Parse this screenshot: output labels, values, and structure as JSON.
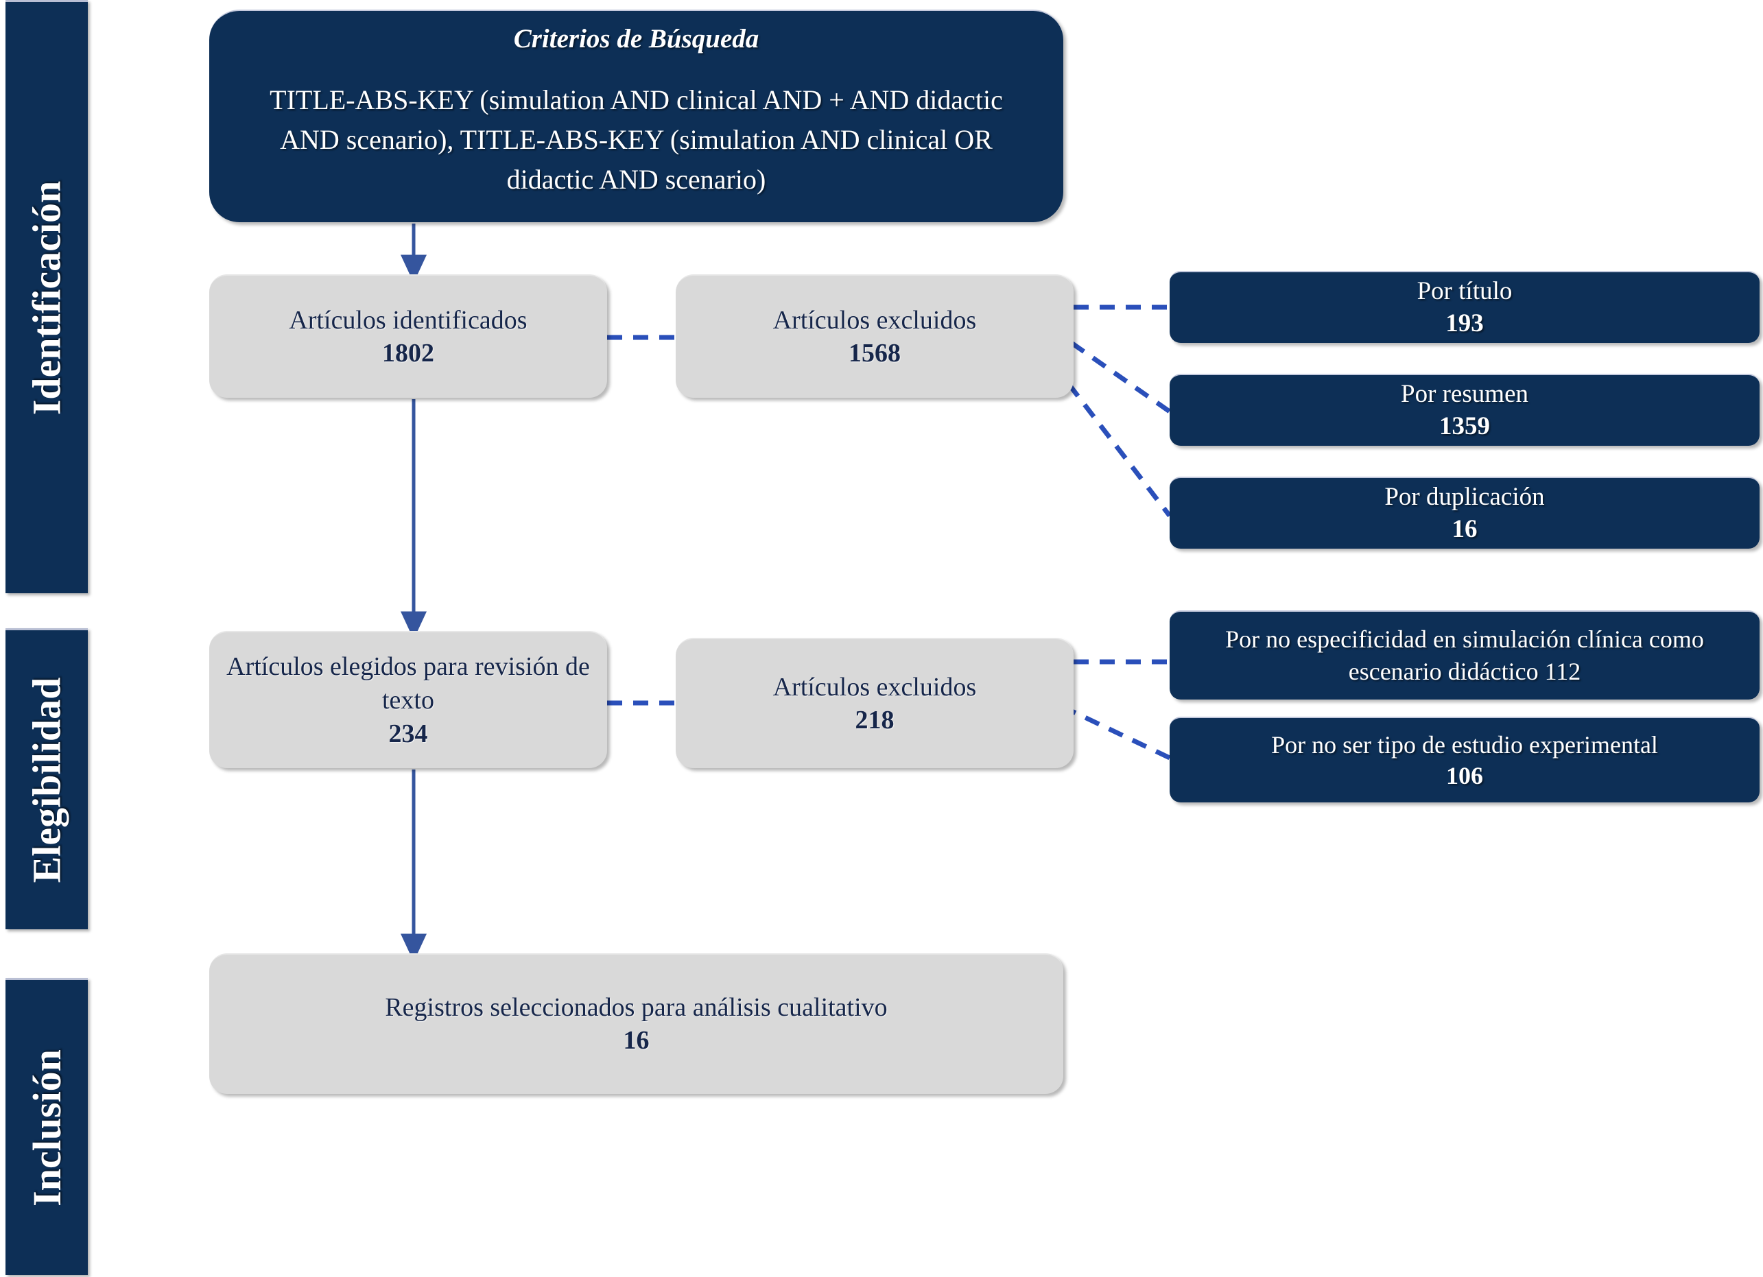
{
  "colors": {
    "navy": "#0d2f56",
    "grey": "#d9d9d9",
    "connector_blue": "#2a4fba",
    "arrow_blue": "#35559e",
    "text_dark": "#16264a",
    "text_light": "#ffffff",
    "background": "#ffffff"
  },
  "stages": [
    {
      "key": "identificacion",
      "label": "Identificación"
    },
    {
      "key": "elegibilidad",
      "label": "Elegibilidad"
    },
    {
      "key": "inclusion",
      "label": "Inclusión"
    }
  ],
  "criteria": {
    "title": "Criterios de Búsqueda",
    "query": "TITLE-ABS-KEY (simulation AND clinical  AND + AND didactic AND scenario), TITLE-ABS-KEY (simulation AND clinical  OR didactic  AND scenario)"
  },
  "flow": {
    "identified": {
      "label": "Artículos identificados",
      "count": "1802"
    },
    "excluded_identification": {
      "label": "Artículos excluidos",
      "count": "1568"
    },
    "eligible": {
      "label": "Artículos elegidos para revisión  de texto",
      "count": "234"
    },
    "excluded_eligibility": {
      "label": "Artículos excluidos",
      "count": "218"
    },
    "included": {
      "label": "Registros seleccionados para análisis  cualitativo",
      "count": "16"
    }
  },
  "exclusion_reasons_identification": [
    {
      "label": "Por título",
      "count": "193"
    },
    {
      "label": "Por resumen",
      "count": "1359"
    },
    {
      "label": "Por duplicación",
      "count": "16"
    }
  ],
  "exclusion_reasons_eligibility": [
    {
      "label": "Por no especificidad en simulación clínica como escenario  didáctico 112",
      "count": ""
    },
    {
      "label": "Por no ser tipo de estudio experimental",
      "count": "106"
    }
  ]
}
